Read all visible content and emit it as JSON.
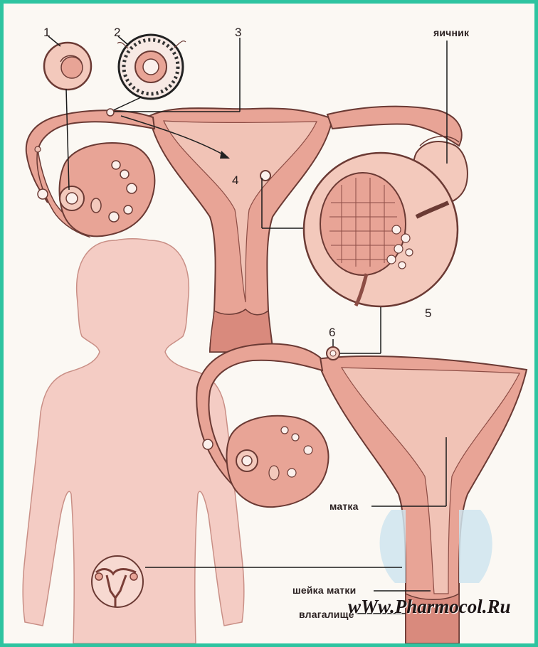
{
  "labels": {
    "n1": "1",
    "n2": "2",
    "n3": "3",
    "n4": "4",
    "n5": "5",
    "n6": "6",
    "ovary": "яичник",
    "uterus": "матка",
    "cervix": "шейка матки",
    "vagina": "влагалище"
  },
  "watermark": "wWw.Pharmocol.Ru",
  "colors": {
    "frame": "#2ec4a0",
    "tissue": "#e8a496",
    "tissue_light": "#f3c9bc",
    "lining": "#f1c3b6",
    "outline": "#6b3a34",
    "body": "#f4ccc4",
    "zone": "#cfe5ee"
  }
}
